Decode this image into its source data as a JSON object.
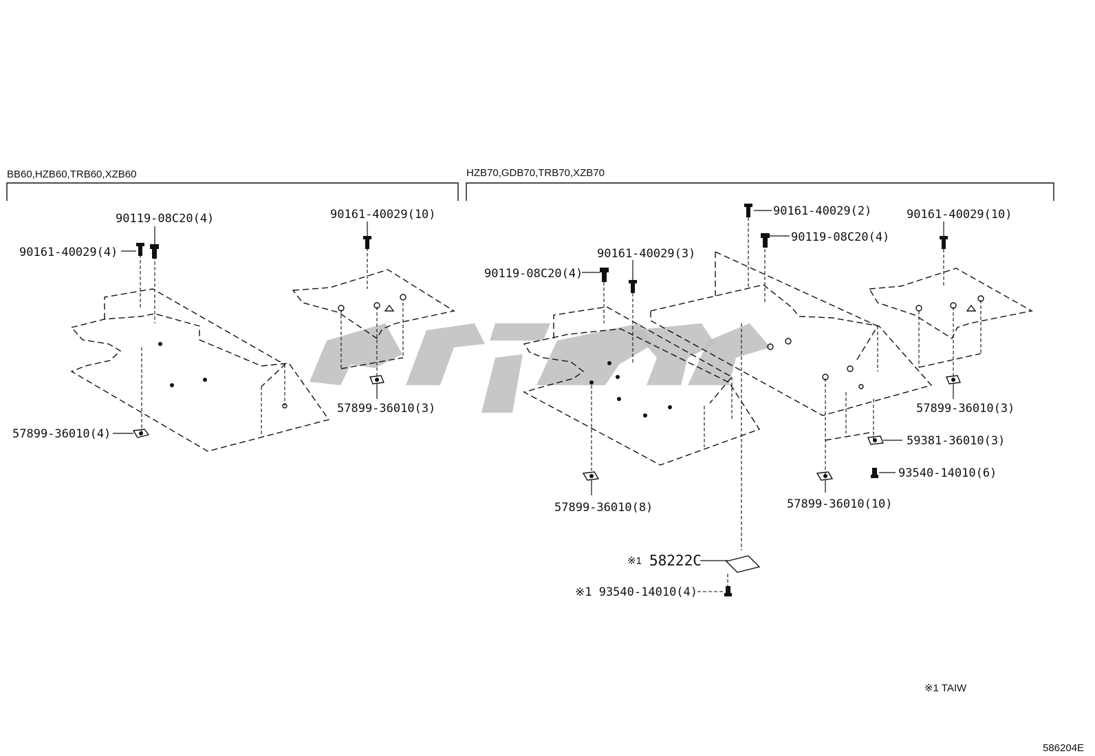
{
  "groups": {
    "left_title": "BB60,HZB60,TRB60,XZB60",
    "right_title": "HZB70,GDB70,TRB70,XZB70"
  },
  "left_labels": {
    "bolt_center": "90119-08C20(4)",
    "screw_left": "90161-40029(4)",
    "screw_right_panel": "90161-40029(10)",
    "nut_left": "57899-36010(4)",
    "nut_right_panel": "57899-36010(3)"
  },
  "right_labels": {
    "screw_top": "90161-40029(2)",
    "bolt_top": "90119-08C20(4)",
    "screw_right_panel": "90161-40029(10)",
    "screw_mid": "90161-40029(3)",
    "bolt_left": "90119-08C20(4)",
    "nut_right_panel": "57899-36010(3)",
    "clip": "59381-36010(3)",
    "screw_clip": "93540-14010(6)",
    "nut_center": "57899-36010(10)",
    "nut_left": "57899-36010(8)",
    "cover_mark": "※1",
    "cover_part": "58222C",
    "screw_cover": "※1 93540-14010(4)"
  },
  "footnote": "※1 TAIW",
  "figure_id": "586204E",
  "watermark": {
    "name": "watermark-logo",
    "color": "#bdbdbd"
  }
}
